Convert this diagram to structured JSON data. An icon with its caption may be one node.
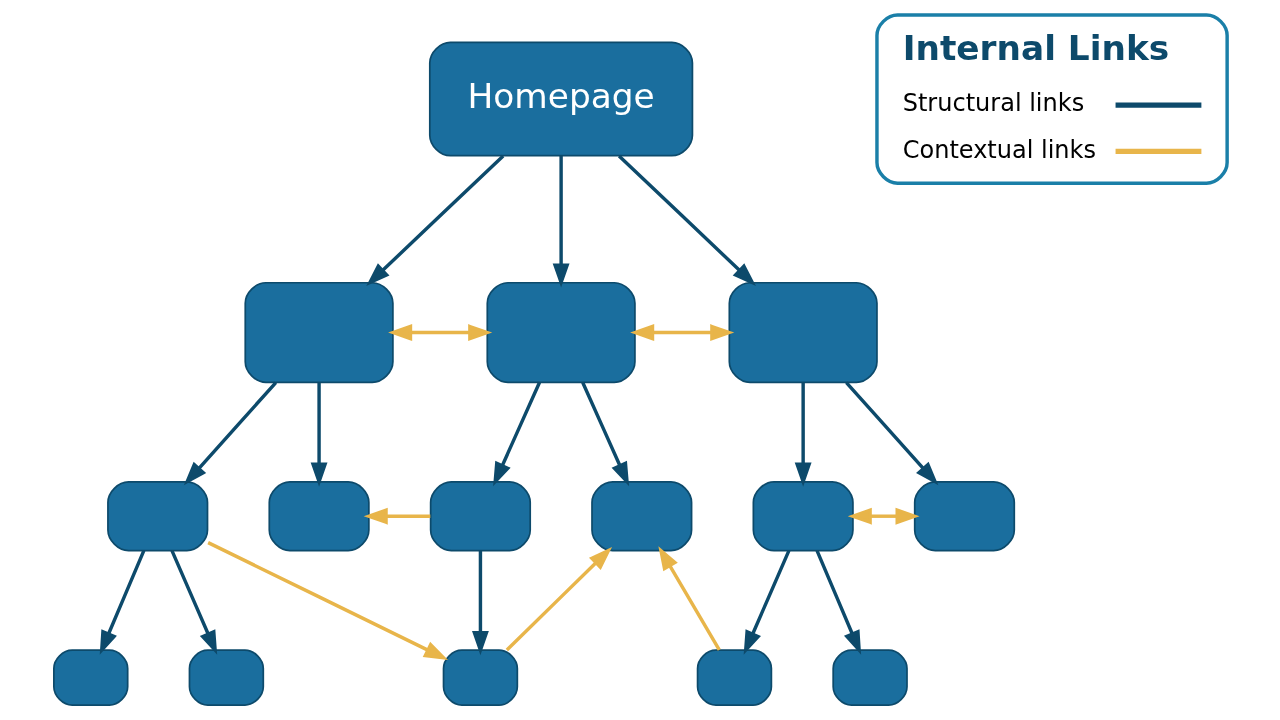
{
  "diagram": {
    "nodes": [
      {
        "text": [
          "Homepage"
        ]
      },
      {
        "text": [],
        "shape": "box"
      },
      {
        "text": [],
        "shape": "box"
      },
      {
        "text": [],
        "shape": "box"
      },
      {
        "text": [],
        "shape": "box"
      },
      {
        "text": [],
        "shape": "box"
      },
      {
        "text": [],
        "shape": "box"
      },
      {
        "text": [],
        "shape": "box"
      },
      {
        "text": [],
        "shape": "box"
      },
      {
        "text": [],
        "shape": "box"
      },
      {
        "text": [],
        "shape": "box"
      },
      {
        "text": [],
        "shape": "box"
      },
      {
        "text": [],
        "shape": "box"
      },
      {
        "text": [],
        "shape": "box"
      },
      {
        "text": [],
        "shape": "box"
      }
    ],
    "edges": [
      {
        "from": 0,
        "to": 1,
        "arrow": "to"
      },
      {
        "from": 0,
        "to": 2,
        "arrow": "to"
      },
      {
        "from": 0,
        "to": 3,
        "arrow": "to"
      },
      {
        "from": 1,
        "to": 2,
        "arrow": "both",
        "color": "#e8b54a"
      },
      {
        "from": 2,
        "to": 3,
        "arrow": "both",
        "color": "#e8b54a"
      },
      {
        "from": 1,
        "to": 4,
        "arrow": "to"
      },
      {
        "from": 1,
        "to": 5,
        "arrow": "to"
      },
      {
        "from": 2,
        "to": 6,
        "arrow": "to"
      },
      {
        "from": 2,
        "to": 7,
        "arrow": "to"
      },
      {
        "from": 3,
        "to": 8,
        "arrow": "to"
      },
      {
        "from": 3,
        "to": 9,
        "arrow": "to"
      },
      {
        "from": 6,
        "to": 5,
        "arrow": "to",
        "color": "#e8b54a"
      },
      {
        "from": 8,
        "to": 9,
        "arrow": "both",
        "color": "#e8b54a"
      },
      {
        "from": 4,
        "to": 10,
        "arrow": "to"
      },
      {
        "from": 4,
        "to": 11,
        "arrow": "to"
      },
      {
        "from": 4,
        "to": 12,
        "arrow": "to",
        "color": "#e8b54a"
      },
      {
        "from": 6,
        "to": 12,
        "arrow": "to"
      },
      {
        "from": 12,
        "to": 7,
        "arrow": "to",
        "color": "#e8b54a"
      },
      {
        "from": 13,
        "to": 7,
        "arrow": "to",
        "color": "#e8b54a"
      },
      {
        "from": 8,
        "to": 13,
        "arrow": "to"
      },
      {
        "from": 8,
        "to": 14,
        "arrow": "to"
      }
    ],
    "labels": [
      "Internal Links"
    ],
    "legend": [
      {
        "text": "Structural links"
      },
      {
        "text": "Contextual links"
      }
    ]
  }
}
